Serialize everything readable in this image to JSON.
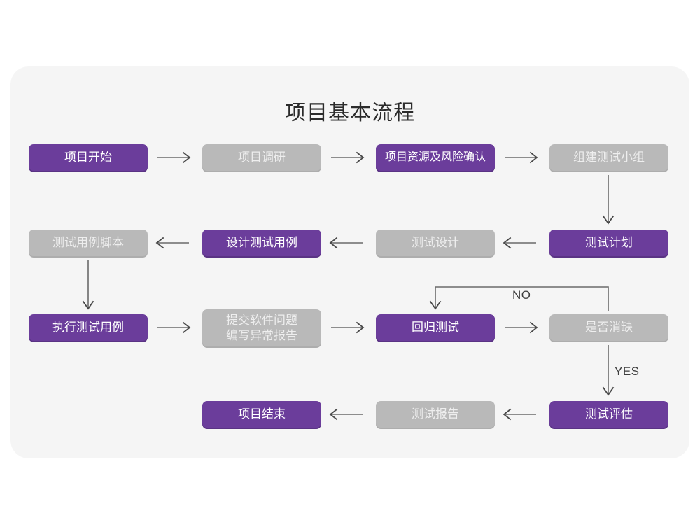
{
  "chart_data": {
    "type": "diagram",
    "diagram_kind": "flowchart",
    "title": "项目基本流程",
    "colors": {
      "canvas": "#ffffff",
      "card": "#f5f5f5",
      "active_node": "#6b3d9b",
      "inactive_node": "#b9b9b9",
      "active_text": "#ffffff",
      "inactive_text": "#eeeeee",
      "connector": "#6b6b6b",
      "title_text": "#2b2b2b"
    },
    "nodes": [
      {
        "id": "n1",
        "label": "项目开始",
        "state": "active",
        "row": 1,
        "col": 1
      },
      {
        "id": "n2",
        "label": "项目调研",
        "state": "inactive",
        "row": 1,
        "col": 2
      },
      {
        "id": "n3",
        "label": "项目资源及风险确认",
        "state": "active",
        "row": 1,
        "col": 3
      },
      {
        "id": "n4",
        "label": "组建测试小组",
        "state": "inactive",
        "row": 1,
        "col": 4
      },
      {
        "id": "n5",
        "label": "测试用例脚本",
        "state": "inactive",
        "row": 2,
        "col": 1
      },
      {
        "id": "n6",
        "label": "设计测试用例",
        "state": "active",
        "row": 2,
        "col": 2
      },
      {
        "id": "n7",
        "label": "测试设计",
        "state": "inactive",
        "row": 2,
        "col": 3
      },
      {
        "id": "n8",
        "label": "测试计划",
        "state": "active",
        "row": 2,
        "col": 4
      },
      {
        "id": "n9",
        "label": "执行测试用例",
        "state": "active",
        "row": 3,
        "col": 1
      },
      {
        "id": "n10",
        "label": "提交软件问题\n编写异常报告",
        "state": "inactive",
        "row": 3,
        "col": 2
      },
      {
        "id": "n11",
        "label": "回归测试",
        "state": "active",
        "row": 3,
        "col": 3
      },
      {
        "id": "n12",
        "label": "是否消缺",
        "state": "inactive",
        "row": 3,
        "col": 4
      },
      {
        "id": "n13",
        "label": "项目结束",
        "state": "active",
        "row": 4,
        "col": 2
      },
      {
        "id": "n14",
        "label": "测试报告",
        "state": "inactive",
        "row": 4,
        "col": 3
      },
      {
        "id": "n15",
        "label": "测试评估",
        "state": "active",
        "row": 4,
        "col": 4
      }
    ],
    "edges": [
      {
        "from": "n1",
        "to": "n2",
        "label": "",
        "direction": "right"
      },
      {
        "from": "n2",
        "to": "n3",
        "label": "",
        "direction": "right"
      },
      {
        "from": "n3",
        "to": "n4",
        "label": "",
        "direction": "right"
      },
      {
        "from": "n4",
        "to": "n8",
        "label": "",
        "direction": "down"
      },
      {
        "from": "n8",
        "to": "n7",
        "label": "",
        "direction": "left"
      },
      {
        "from": "n7",
        "to": "n6",
        "label": "",
        "direction": "left"
      },
      {
        "from": "n6",
        "to": "n5",
        "label": "",
        "direction": "left"
      },
      {
        "from": "n5",
        "to": "n9",
        "label": "",
        "direction": "down"
      },
      {
        "from": "n9",
        "to": "n10",
        "label": "",
        "direction": "right"
      },
      {
        "from": "n10",
        "to": "n11",
        "label": "",
        "direction": "right"
      },
      {
        "from": "n11",
        "to": "n12",
        "label": "",
        "direction": "right"
      },
      {
        "from": "n12",
        "to": "n11",
        "label": "NO",
        "direction": "loop-up-left-down"
      },
      {
        "from": "n12",
        "to": "n15",
        "label": "YES",
        "direction": "down"
      },
      {
        "from": "n15",
        "to": "n14",
        "label": "",
        "direction": "left"
      },
      {
        "from": "n14",
        "to": "n13",
        "label": "",
        "direction": "left"
      }
    ],
    "edge_labels": [
      "NO",
      "YES"
    ]
  },
  "diagram": {
    "title": "项目基本流程",
    "nodes": {
      "n1": "项目开始",
      "n2": "项目调研",
      "n3": "项目资源及风险确认",
      "n4": "组建测试小组",
      "n5": "测试用例脚本",
      "n6": "设计测试用例",
      "n7": "测试设计",
      "n8": "测试计划",
      "n9": "执行测试用例",
      "n10": "提交软件问题\n编写异常报告",
      "n11": "回归测试",
      "n12": "是否消缺",
      "n13": "项目结束",
      "n14": "测试报告",
      "n15": "测试评估"
    },
    "labels": {
      "no": "NO",
      "yes": "YES"
    }
  }
}
